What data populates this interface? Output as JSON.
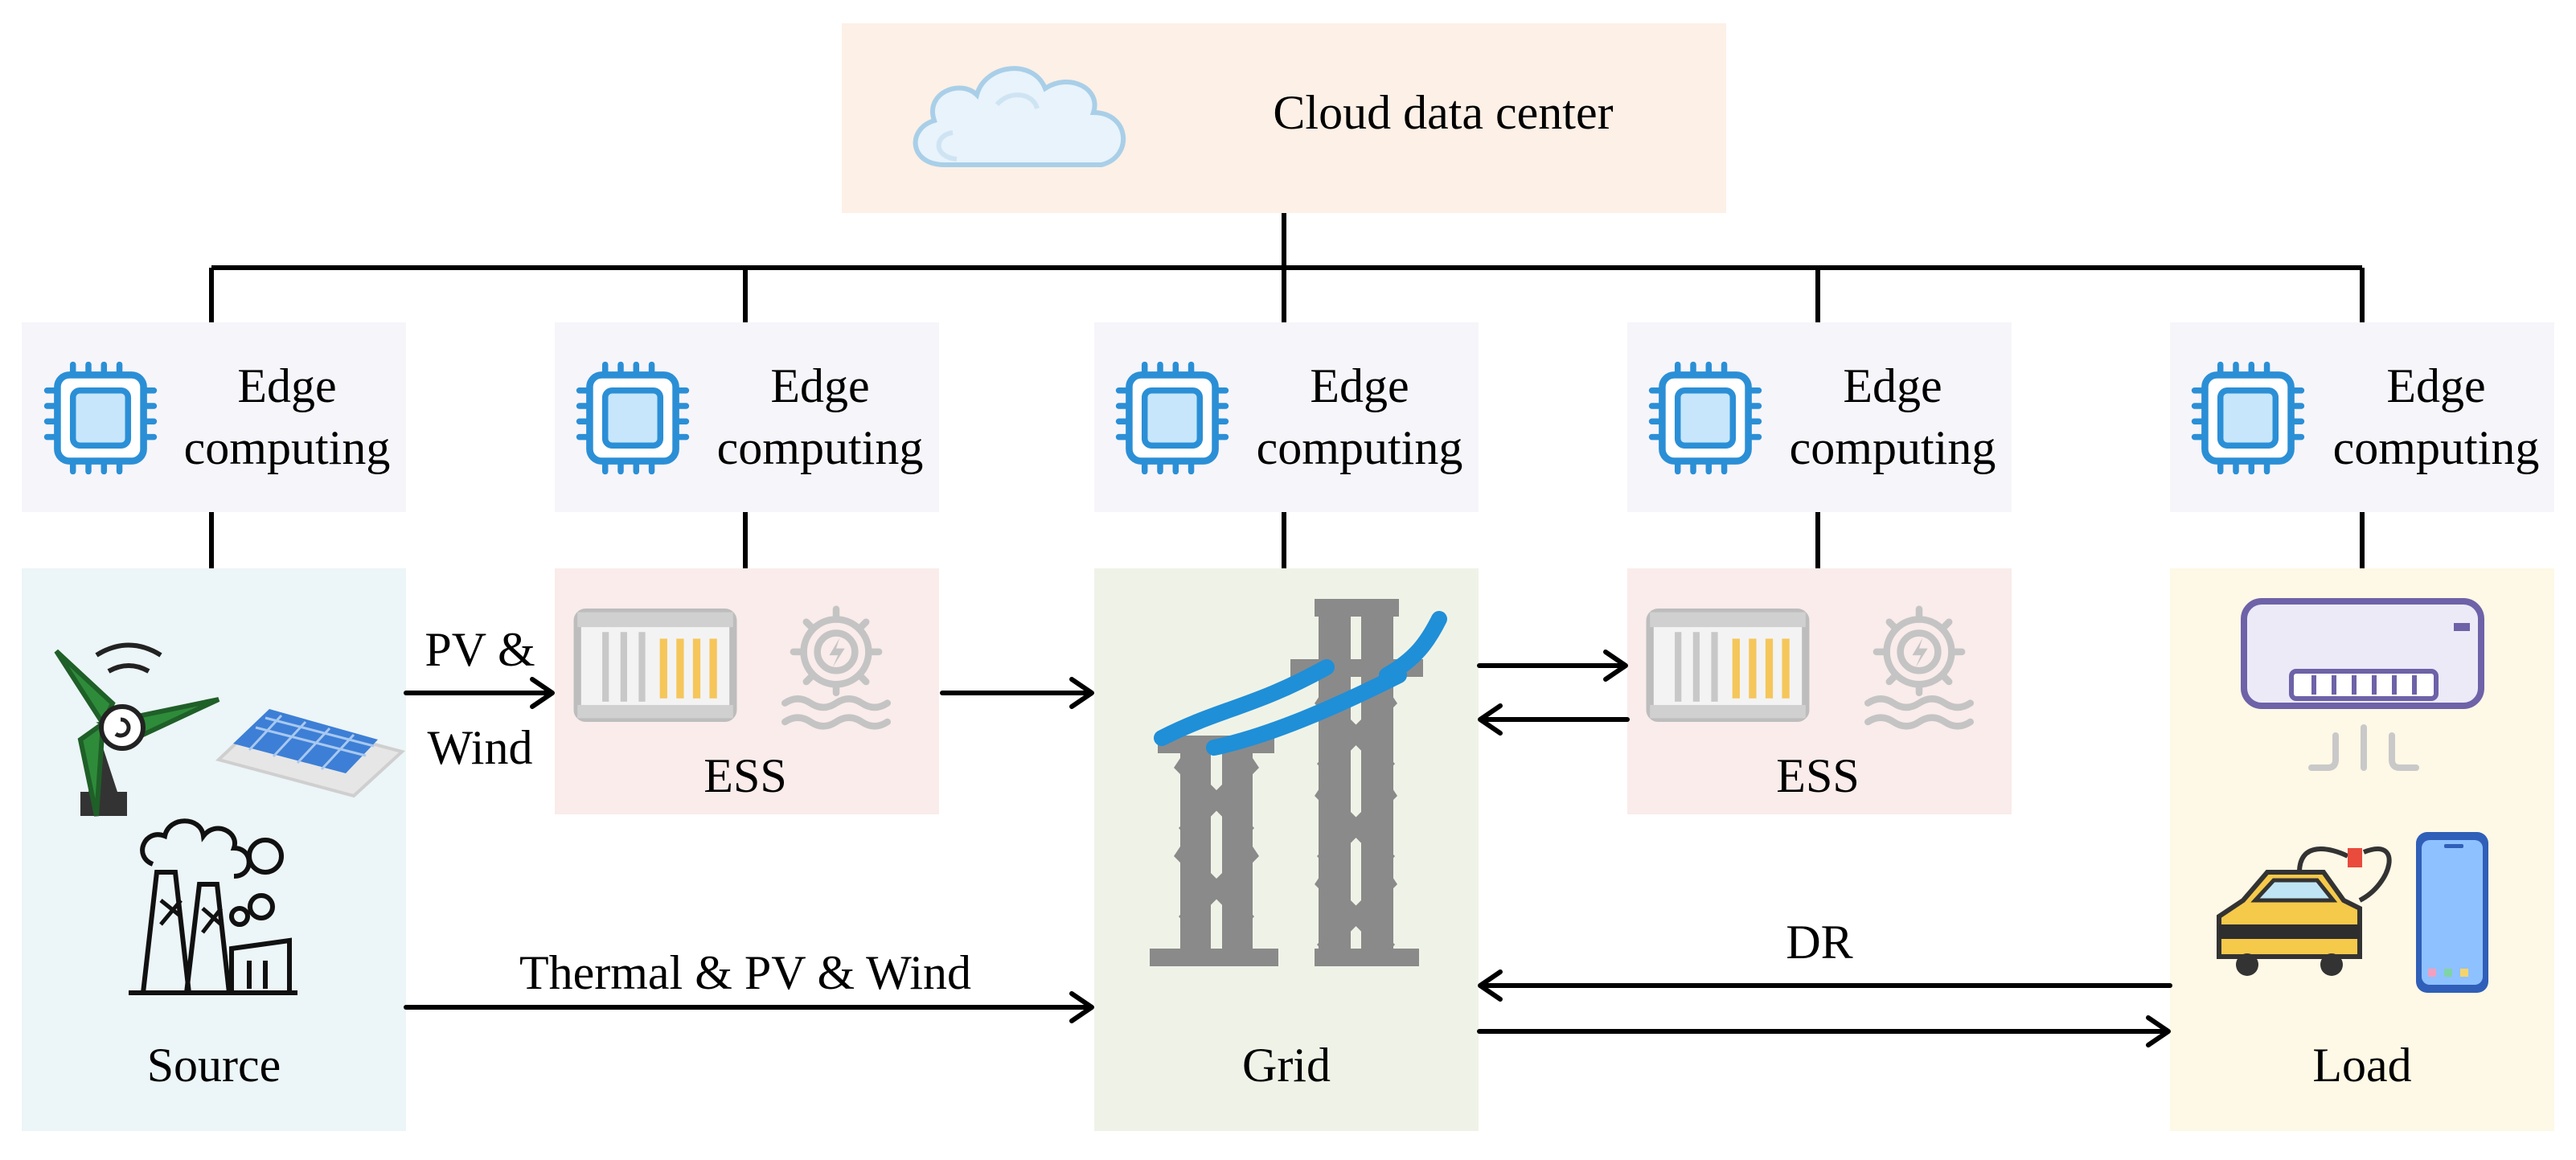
{
  "cloud": {
    "label": "Cloud data center",
    "icon": "cloud-icon"
  },
  "edge_nodes": [
    {
      "line1": "Edge",
      "line2": "computing",
      "icon": "cpu-chip-icon"
    },
    {
      "line1": "Edge",
      "line2": "computing",
      "icon": "cpu-chip-icon"
    },
    {
      "line1": "Edge",
      "line2": "computing",
      "icon": "cpu-chip-icon"
    },
    {
      "line1": "Edge",
      "line2": "computing",
      "icon": "cpu-chip-icon"
    },
    {
      "line1": "Edge",
      "line2": "computing",
      "icon": "cpu-chip-icon"
    }
  ],
  "source": {
    "label": "Source"
  },
  "ess_left": {
    "label": "ESS"
  },
  "grid": {
    "label": "Grid"
  },
  "ess_right": {
    "label": "ESS"
  },
  "load": {
    "label": "Load"
  },
  "flows": {
    "pv_wind_line1": "PV &",
    "pv_wind_line2": "Wind",
    "thermal": "Thermal & PV & Wind",
    "dr": "DR"
  },
  "colors": {
    "cloud_bg": "#fdf0e6",
    "edge_bg": "#f6f5fa",
    "source_bg": "#ecf5f7",
    "ess_bg": "#f9ecea",
    "grid_bg": "#eff3e7",
    "load_bg": "#fef8e6",
    "chip_blue": "#2b8fd6",
    "line_blue": "#1f8fd8"
  }
}
